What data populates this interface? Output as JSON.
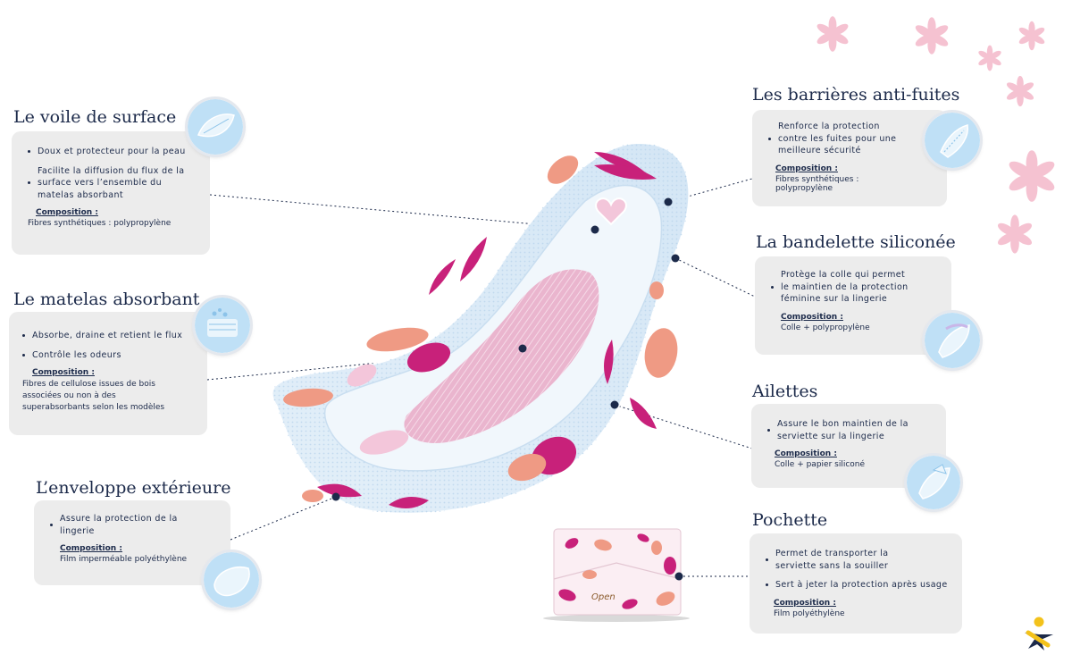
{
  "sections": [
    {
      "id": "voile",
      "title": "Le voile de surface",
      "bullets": [
        "Doux et protecteur pour la peau",
        "Facilite la diffusion du flux de la surface vers l’ensemble du matelas absorbant"
      ],
      "composition_label": "Composition :",
      "composition": "Fibres synthétiques : polypropylène",
      "icon": "surface-veil-icon"
    },
    {
      "id": "matelas",
      "title": "Le matelas absorbant",
      "bullets": [
        "Absorbe, draine et retient le flux",
        "Contrôle les odeurs"
      ],
      "composition_label": "Composition :",
      "composition": "Fibres de cellulose issues de bois associées ou non à des superabsorbants selon les modèles",
      "icon": "absorbent-core-icon"
    },
    {
      "id": "enveloppe",
      "title": "L’enveloppe extérieure",
      "bullets": [
        "Assure la protection de la lingerie"
      ],
      "composition_label": "Composition :",
      "composition": "Film imperméable polyéthylène",
      "icon": "outer-layer-icon"
    },
    {
      "id": "barrieres",
      "title": "Les barrières anti-fuites",
      "bullets": [
        "Renforce la protection contre les fuites pour une meilleure sécurité"
      ],
      "composition_label": "Composition :",
      "composition": "Fibres synthétiques : polypropylène",
      "icon": "leak-barrier-icon"
    },
    {
      "id": "bandelette",
      "title": "La bandelette siliconée",
      "bullets": [
        "Protège la colle qui permet le maintien de la protection féminine sur la lingerie"
      ],
      "composition_label": "Composition :",
      "composition": "Colle + polypropylène",
      "icon": "silicone-strip-icon"
    },
    {
      "id": "ailettes",
      "title": "Ailettes",
      "bullets": [
        "Assure le bon maintien de la serviette sur la lingerie"
      ],
      "composition_label": "Composition :",
      "composition": "Colle + papier siliconé",
      "icon": "wings-icon"
    },
    {
      "id": "pochette",
      "title": "Pochette",
      "bullets": [
        "Permet de transporter la serviette sans la souiller",
        "Sert à jeter la protection après usage"
      ],
      "composition_label": "Composition :",
      "composition": "Film polyéthylène",
      "icon": "pouch-icon"
    }
  ],
  "pouch_label": "Open",
  "colors": {
    "title": "#1c2a4a",
    "card": "#ececec",
    "pink_accent": "#c8217a",
    "salmon_accent": "#ef9a84",
    "pad_blue": "#dbeaf7",
    "flower_pink": "#f4b8c9",
    "logo_yellow": "#f3c21b",
    "logo_navy": "#1c2a4a"
  },
  "decor": {
    "flowers": "pink-flower-decoration",
    "logo": "brand-logo"
  }
}
